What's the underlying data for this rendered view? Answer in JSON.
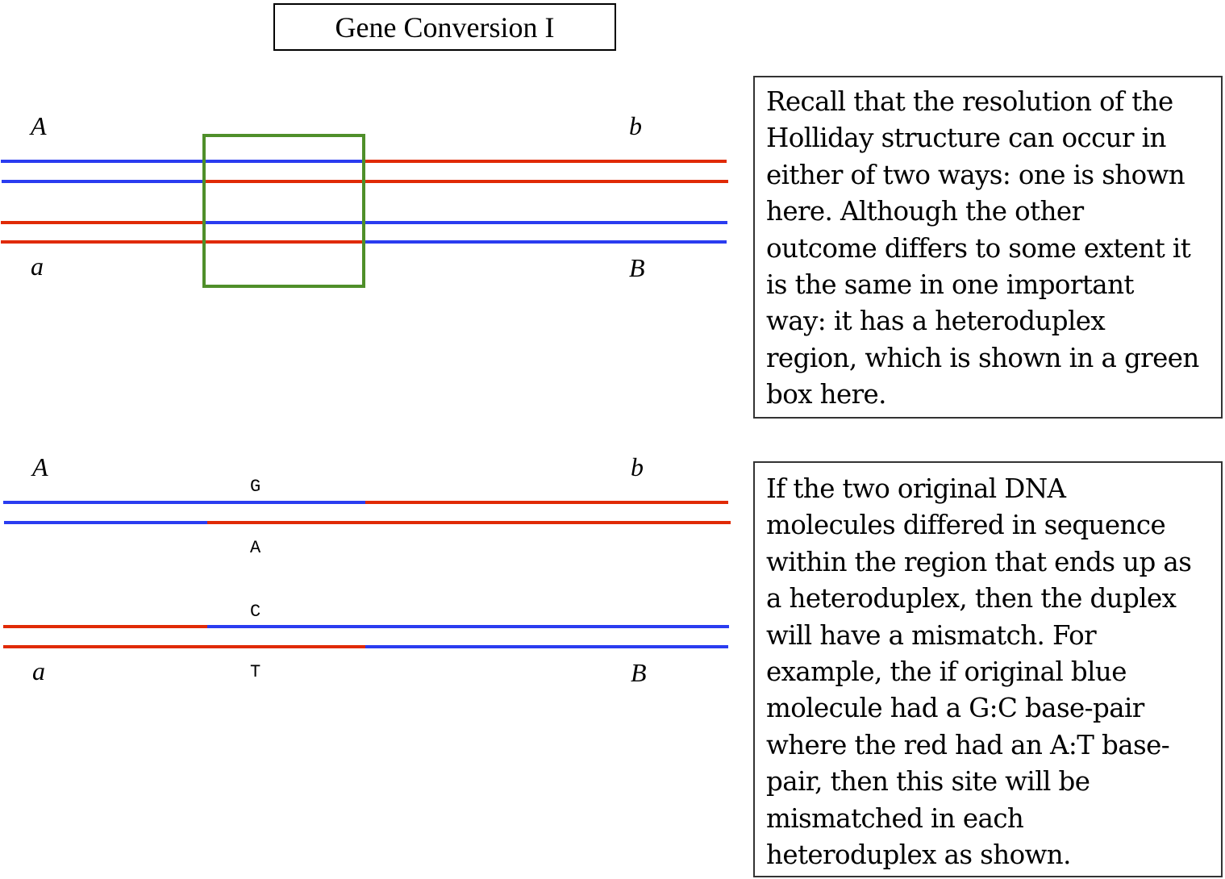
{
  "title": "Gene Conversion I",
  "colors": {
    "blue": "#2a3cf0",
    "red": "#e02a06",
    "green": "#4f8f2a",
    "text": "#000000"
  },
  "diagram1": {
    "gene_labels": {
      "top_left": "A",
      "bottom_left": "a",
      "top_right": "b",
      "bottom_right": "B"
    },
    "strands": [
      {
        "segments": [
          "blue",
          "blue",
          "red"
        ]
      },
      {
        "segments": [
          "blue",
          "red",
          "red"
        ]
      },
      {
        "segments": [
          "red",
          "blue",
          "blue"
        ]
      },
      {
        "segments": [
          "red",
          "red",
          "blue"
        ]
      }
    ],
    "highlight": "heteroduplex region"
  },
  "diagram2": {
    "gene_labels": {
      "top_left": "A",
      "bottom_left": "a",
      "top_right": "b",
      "bottom_right": "B"
    },
    "strands": [
      {
        "segments": [
          "blue",
          "blue",
          "red"
        ]
      },
      {
        "segments": [
          "blue",
          "red",
          "red"
        ]
      },
      {
        "segments": [
          "red",
          "blue",
          "blue"
        ]
      },
      {
        "segments": [
          "red",
          "red",
          "blue"
        ]
      }
    ],
    "bases": {
      "strand1": "G",
      "strand2": "A",
      "strand3": "C",
      "strand4": "T"
    }
  },
  "box1": {
    "lines": [
      "Recall that the resolution of the",
      "Holliday structure can occur in",
      "either of two ways: one is shown",
      "here. Although the other",
      "outcome differs to some extent it",
      "is the same in one important",
      "way: it has a heteroduplex",
      "region, which is shown in a green",
      "box here."
    ]
  },
  "box2": {
    "lines": [
      "If the two original DNA",
      "molecules differed in sequence",
      "within the region that ends up as",
      "a heteroduplex, then the duplex",
      "will have a mismatch. For",
      "example, the if original blue",
      "molecule had a G:C base-pair",
      "where the red had an A:T base-",
      "pair, then this site will be",
      "mismatched in each",
      "heteroduplex as shown."
    ]
  }
}
